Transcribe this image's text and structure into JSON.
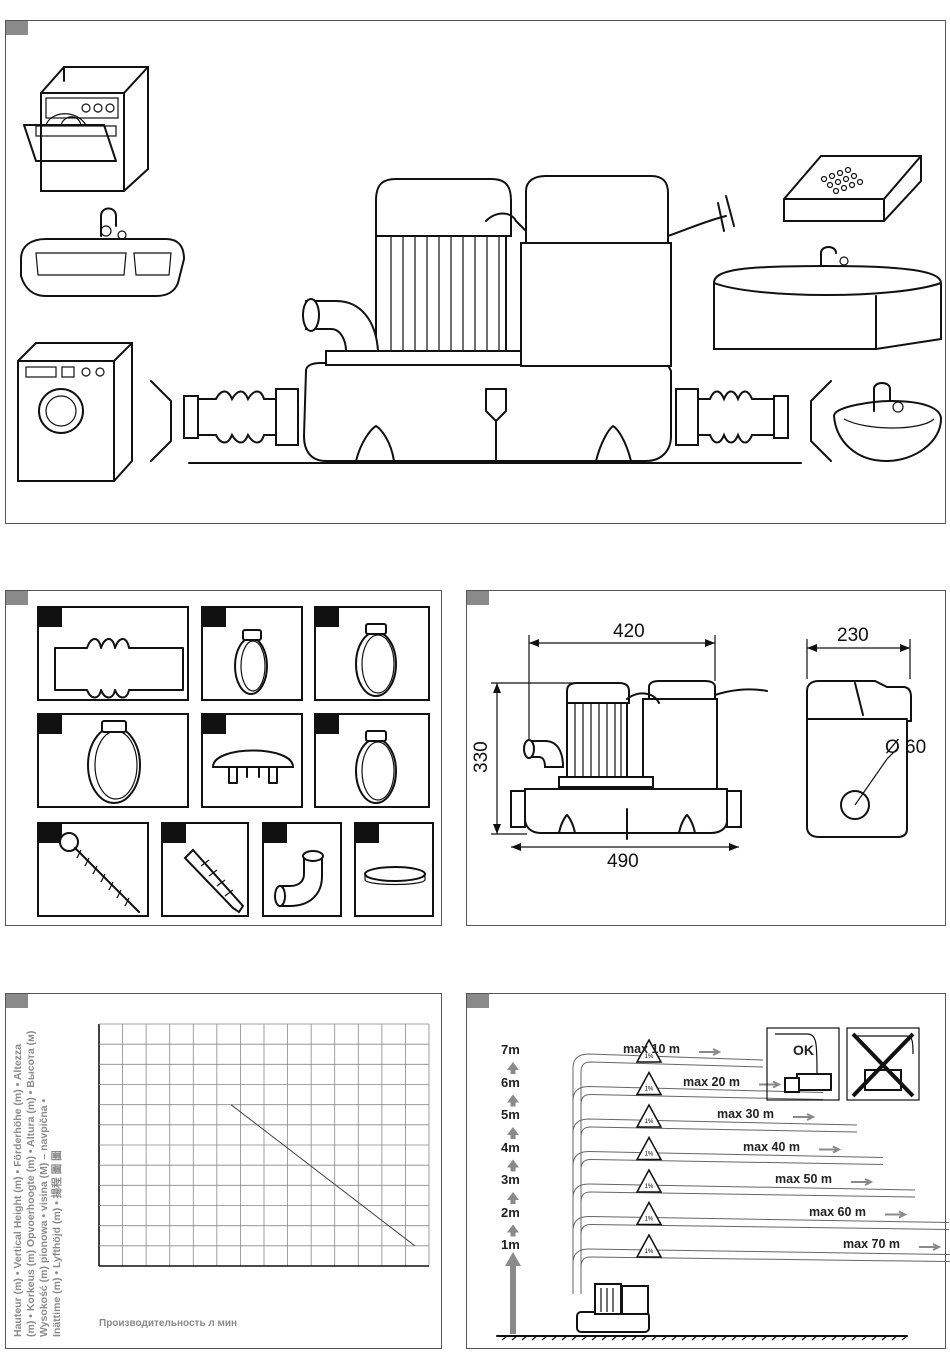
{
  "panel_overview": {
    "appliances_left": [
      "dishwasher-icon",
      "washbasin-icon",
      "washing-machine-icon"
    ],
    "appliances_right": [
      "shower-tray-icon",
      "bathtub-icon",
      "hand-basin-icon"
    ]
  },
  "panel_accessories": {
    "items": [
      "connector-sleeve-icon",
      "hose-clamp-icon",
      "hose-clamp-icon",
      "hose-clamp-icon",
      "cap-icon",
      "hose-clamp-icon",
      "screw-icon",
      "wall-plug-icon",
      "elbow-icon",
      "gasket-icon"
    ]
  },
  "panel_dimensions": {
    "width_label": "420",
    "depth_label": "230",
    "height_label": "330",
    "base_label": "490",
    "diameter_label": "Ø 60"
  },
  "panel_curve": {
    "y_axis_label_lines": [
      "Hauteur (m) • Vertical Height (m) • Förderhöhe (m) • Altezza",
      "(m) • Korkeus (m) Opvoerhoogte (m) • Altura (m) • Высота (м)",
      "Wysokość (m) pionowa • visina (M) – navpična •",
      "Inättime (m) • Lyfthöjd (m)          • 揚程 圖 圖"
    ],
    "x_axis_label": "Производительность  л мин",
    "grid_cols": 14,
    "grid_rows": 12,
    "curve": {
      "start": [
        5.6,
        8
      ],
      "end": [
        13.4,
        1
      ]
    }
  },
  "panel_installation": {
    "heights": [
      "7m",
      "6m",
      "5m",
      "4m",
      "3m",
      "2m",
      "1m"
    ],
    "max_lengths": [
      "max 10 m",
      "max 20 m",
      "max 30 m",
      "max 40 m",
      "max 50 m",
      "max 60 m",
      "max 70 m"
    ],
    "slope_sign": "1%",
    "ok_label": "OK"
  }
}
